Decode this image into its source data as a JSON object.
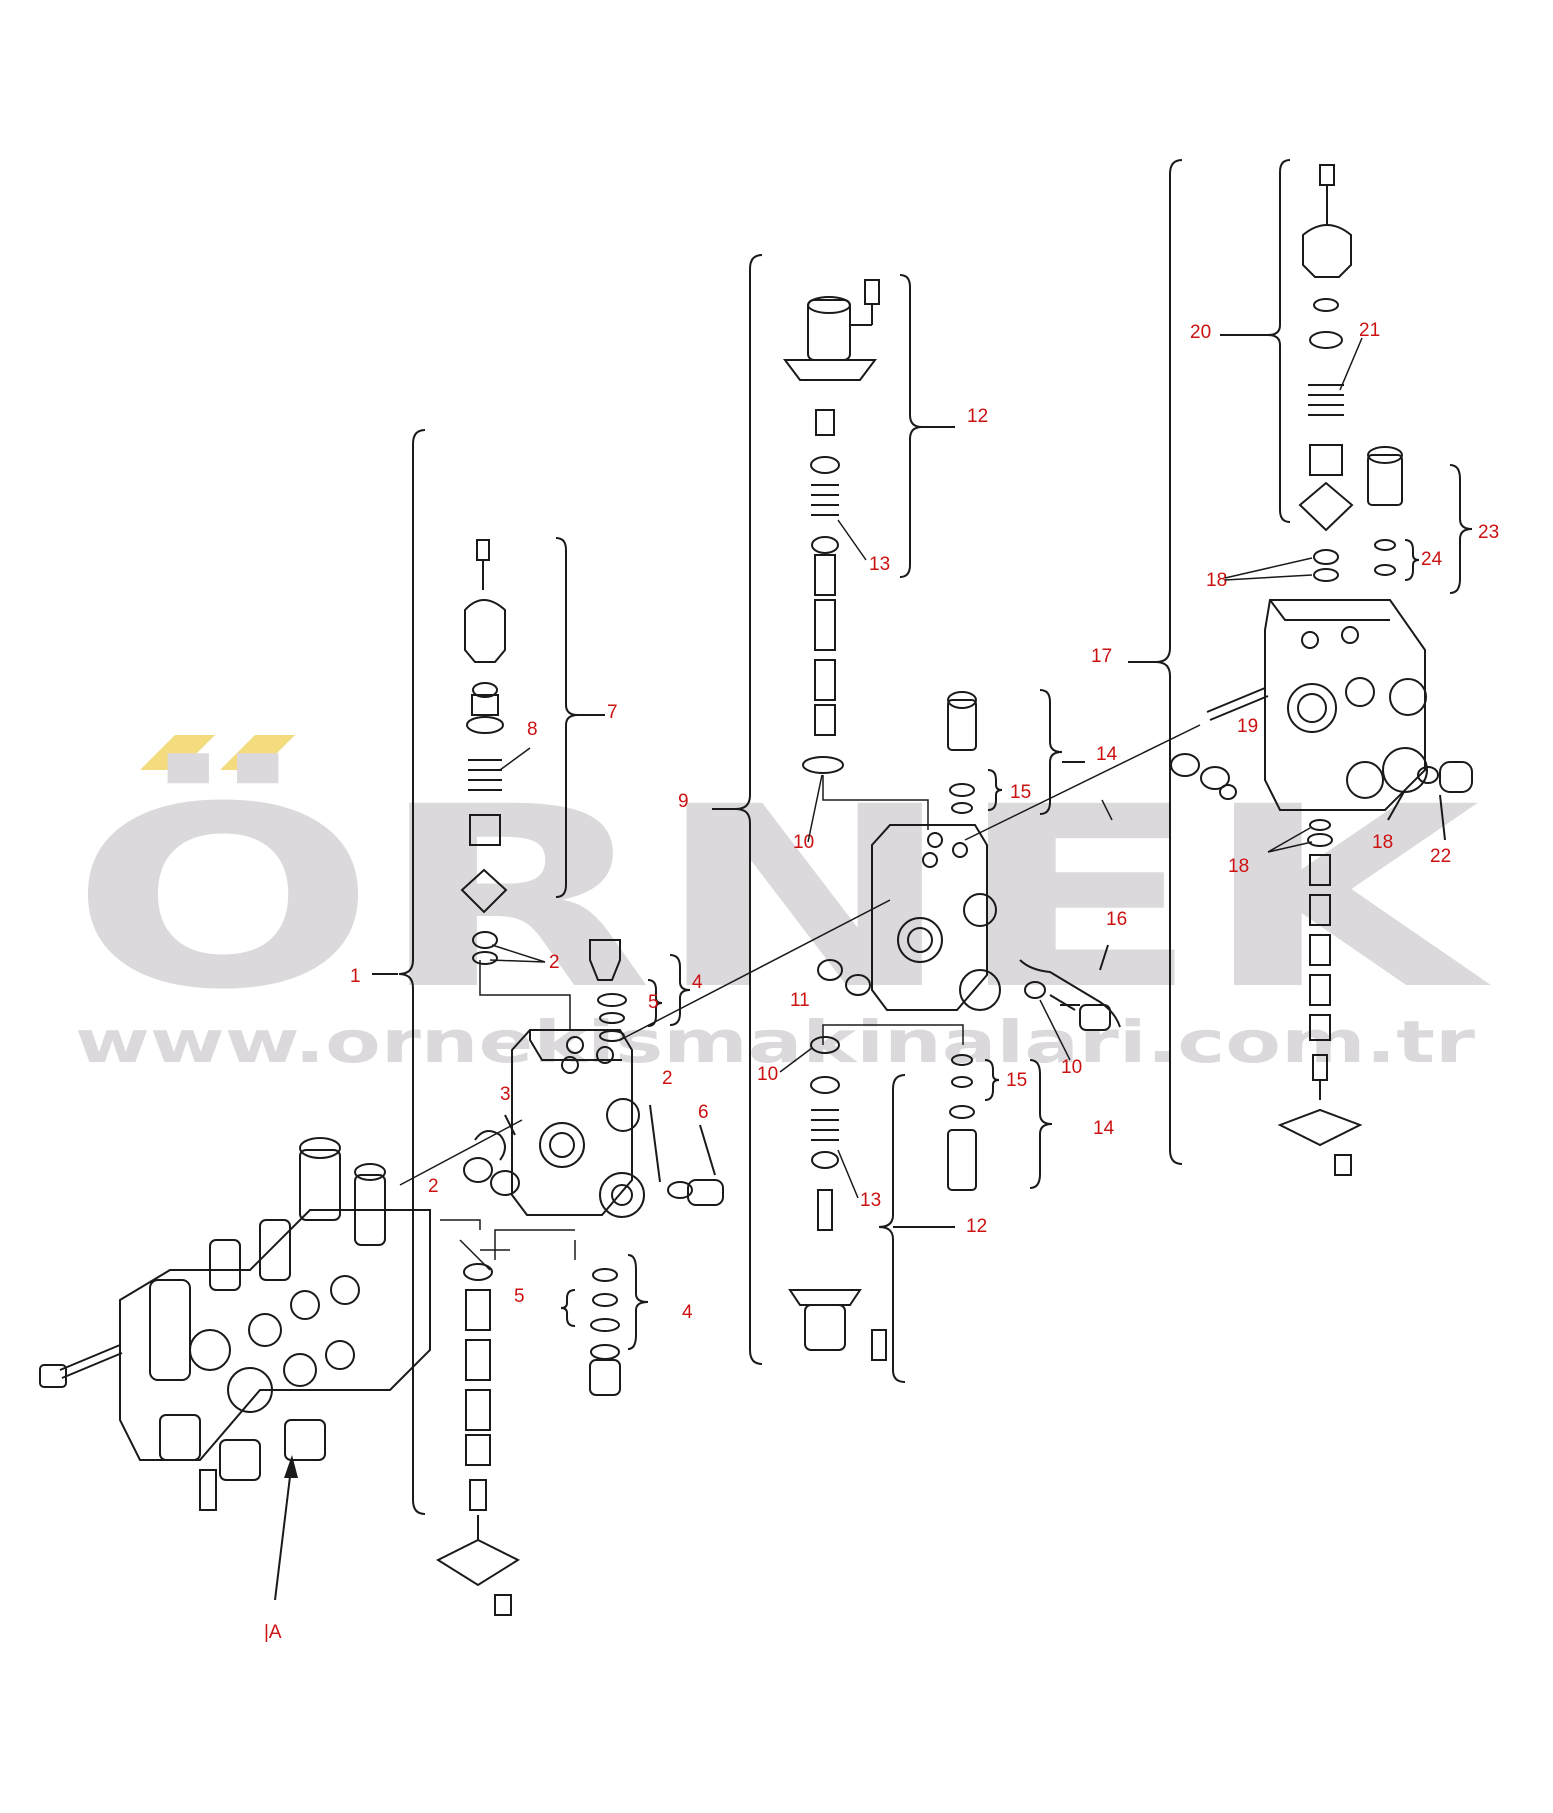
{
  "watermark": {
    "brand": "ÖRNEK",
    "url": "www.ornekismakinalari.com.tr",
    "fill_color": "#dcd9dd",
    "accent_color": "#f4dc7e"
  },
  "colors": {
    "line": "#1a1a1a",
    "callout": "#cc1111"
  },
  "callouts": {
    "c1": "1",
    "c2a": "2",
    "c2b": "2",
    "c2c": "2",
    "c3": "3",
    "c4a": "4",
    "c4b": "4",
    "c5a": "5",
    "c5b": "5",
    "c6": "6",
    "c7": "7",
    "c8": "8",
    "c9": "9",
    "c10a": "10",
    "c10b": "10",
    "c10c": "10",
    "c11": "11",
    "c12a": "12",
    "c12b": "12",
    "c13a": "13",
    "c13b": "13",
    "c14a": "14",
    "c14b": "14",
    "c15a": "15",
    "c15b": "15",
    "c16": "16",
    "c17": "17",
    "c18a": "18",
    "c18b": "18",
    "c18c": "18",
    "c19": "19",
    "c20": "20",
    "c21": "21",
    "c22": "22",
    "c23": "23",
    "c24": "24",
    "cA": "|A"
  }
}
